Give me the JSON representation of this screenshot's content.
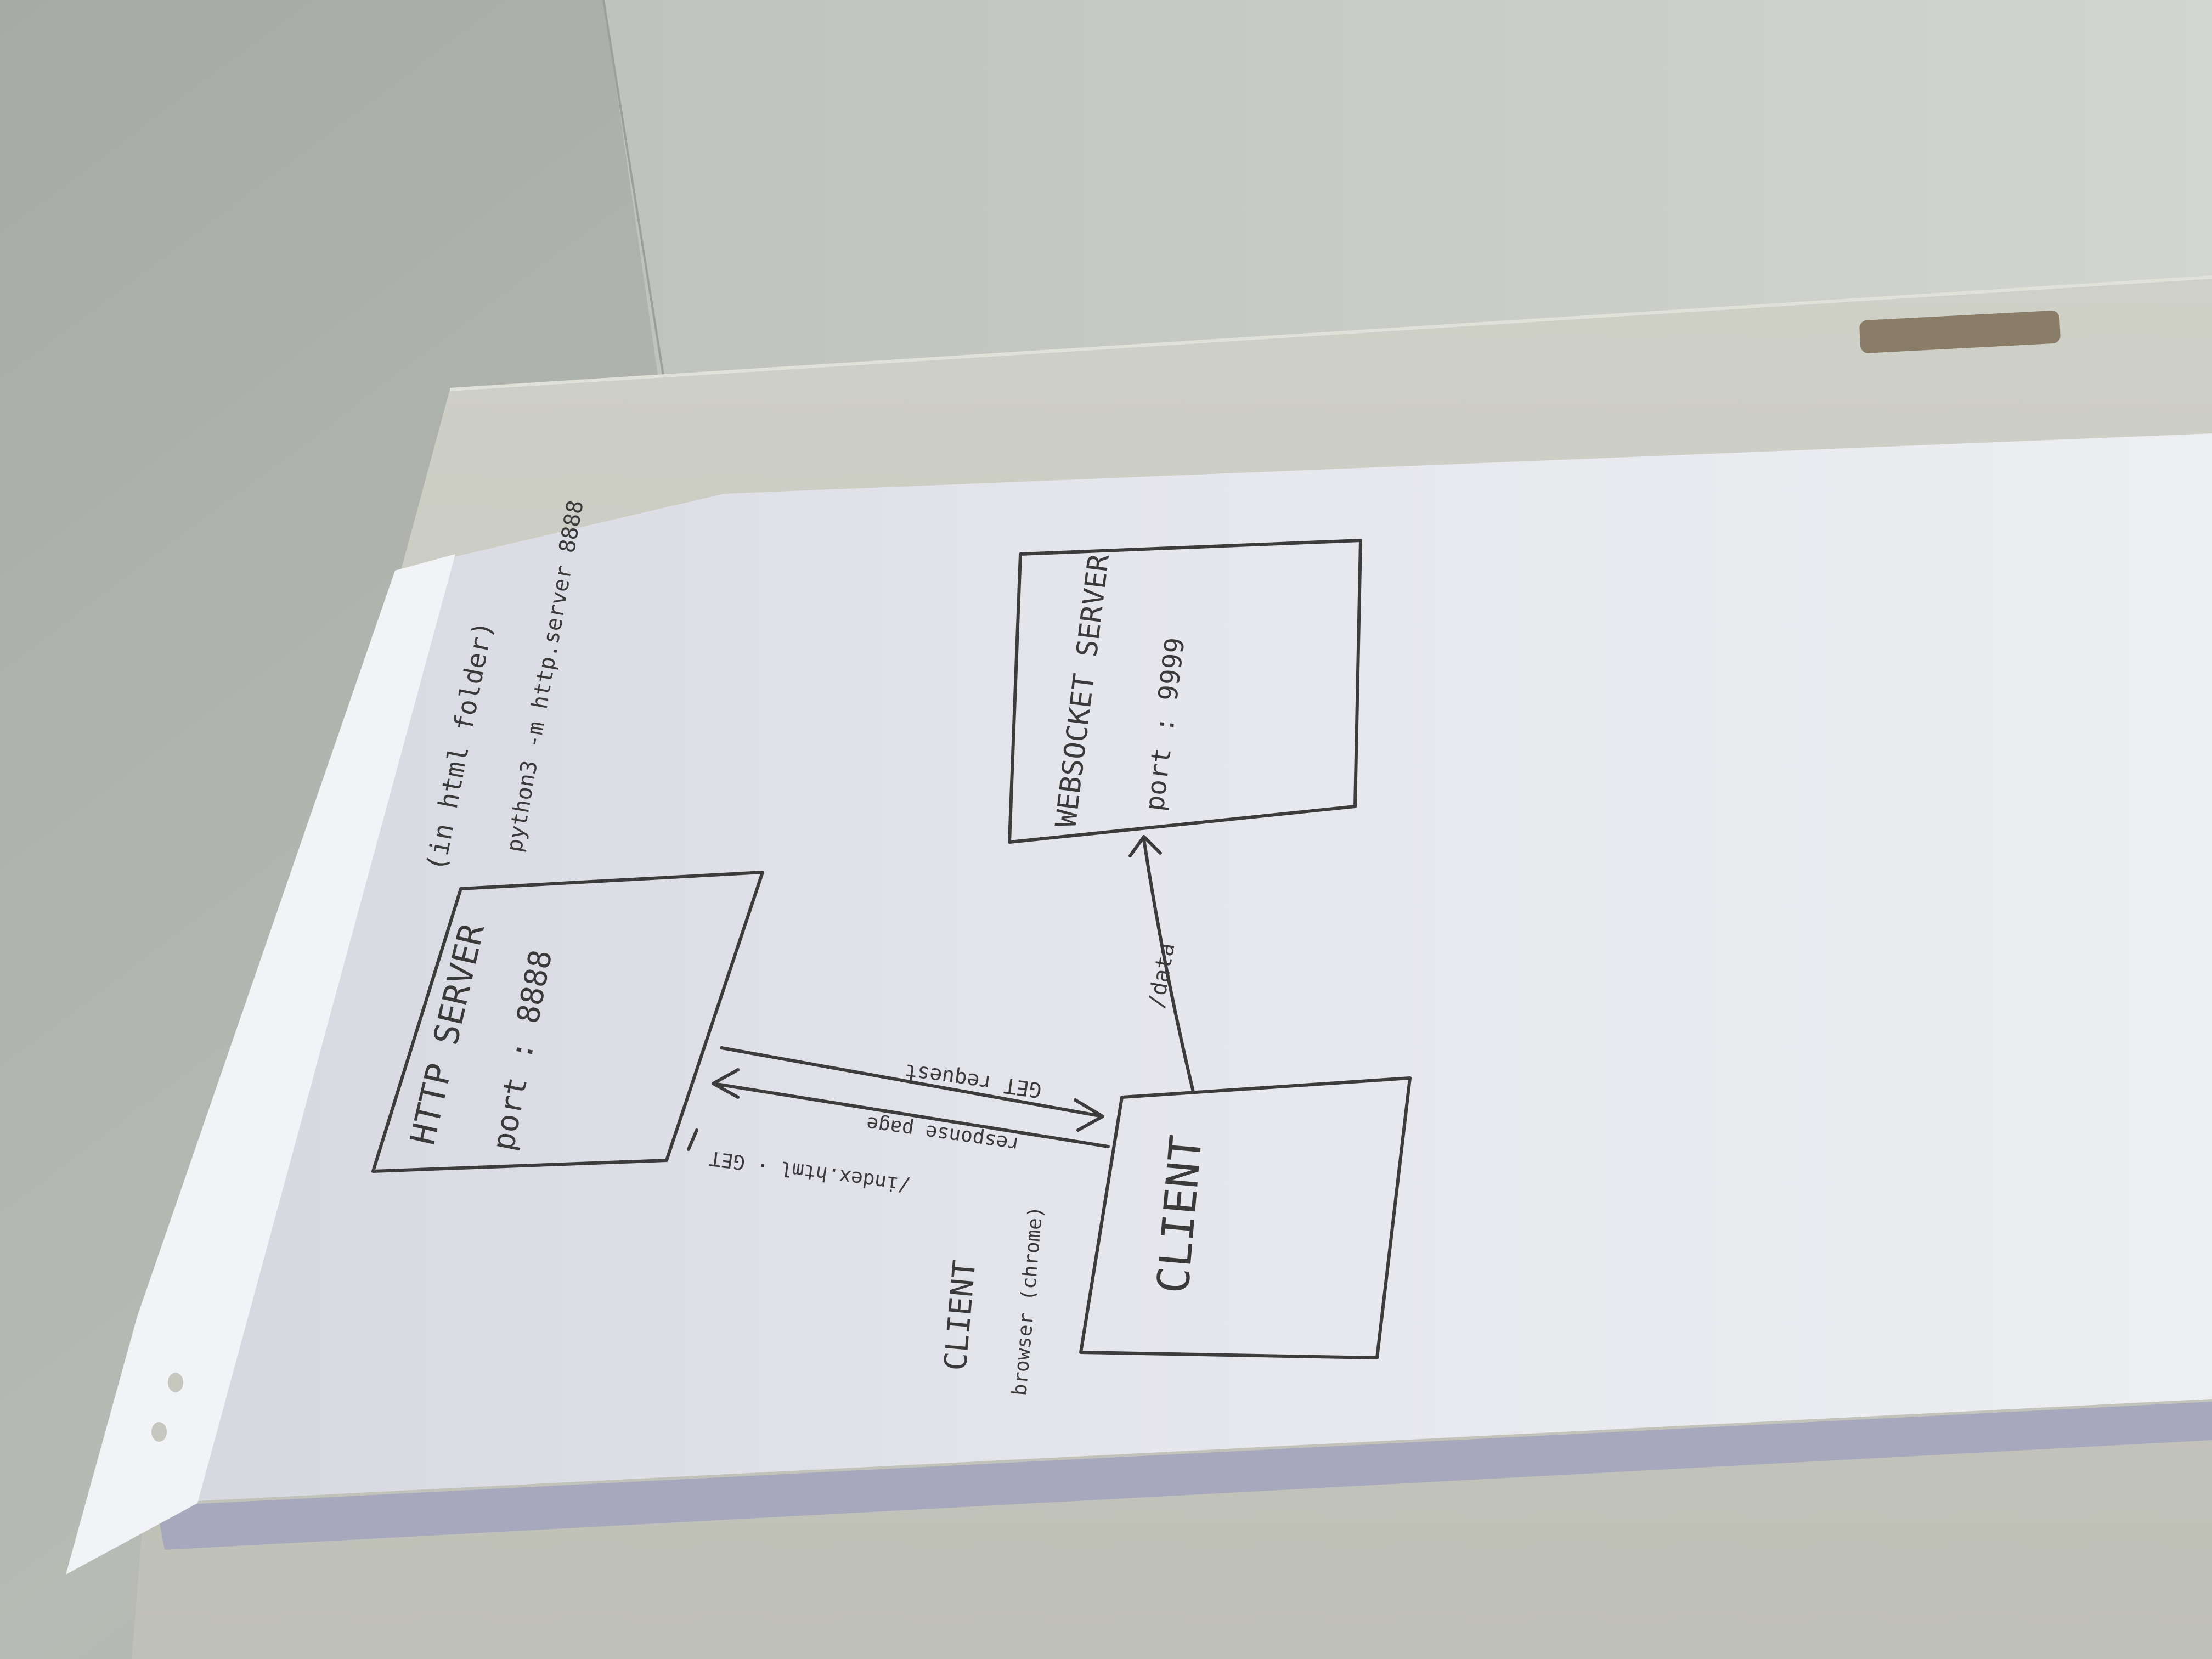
{
  "diagram": {
    "http_server": {
      "title": "HTTP SERVER",
      "port": "port : 8888",
      "note_folder": "(in html folder)",
      "note_command": "python3 -m http.server 8888"
    },
    "websocket_server": {
      "title": "WEBSOCKET SERVER",
      "port": "port : 9999"
    },
    "client": {
      "title": "CLIENT",
      "side_label": "CLIENT",
      "side_note": "browser (chrome)"
    },
    "arrows": {
      "http_request_top": "GET request",
      "http_request_bottom": "response page",
      "http_url": "/index.html · GET",
      "websocket_label": "/data"
    }
  },
  "colors": {
    "wall": "#b9bcb6",
    "ceiling": "#c9ccc7",
    "paper": "#e3e4ea",
    "ink": "#3a3a3a",
    "board": "#c6c7be",
    "handle": "#8a7d68"
  }
}
